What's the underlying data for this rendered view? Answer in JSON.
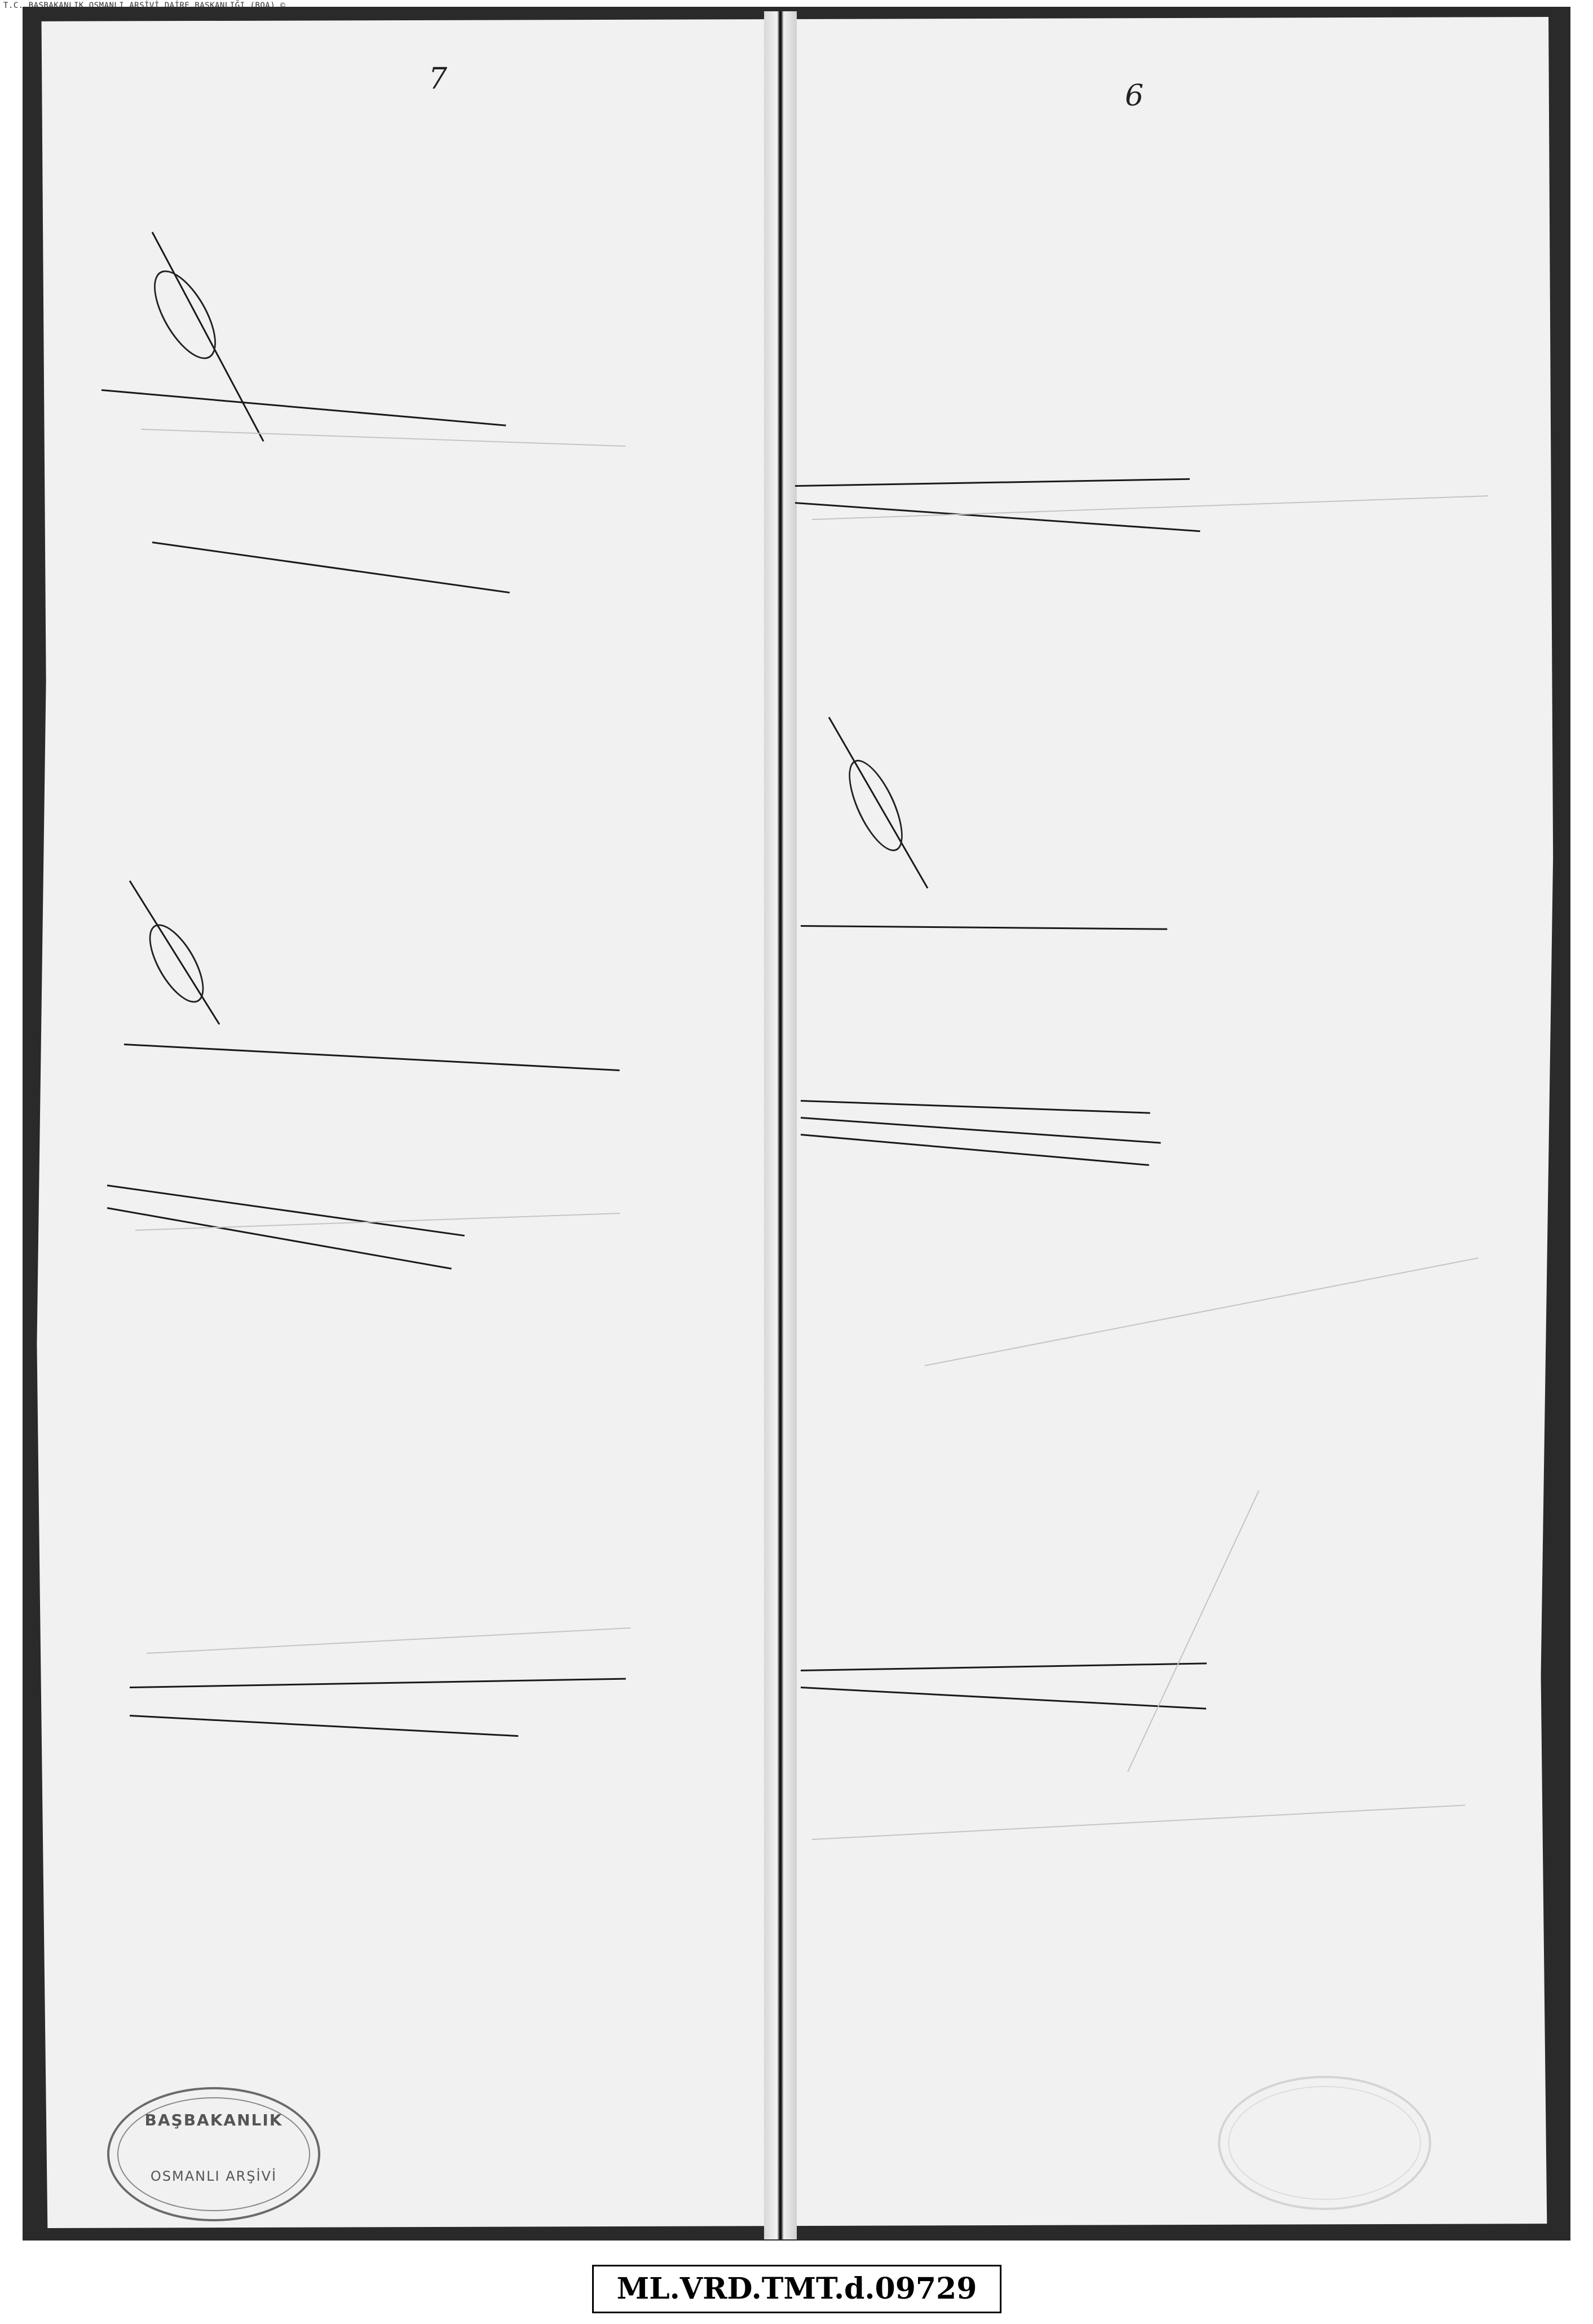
{
  "header": {
    "archive_line": "T.C. BAŞBAKANLIK OSMANLI ARŞİVİ DAİRE BAŞKANLIĞI (BOA) ©"
  },
  "pages": {
    "left_number": "7",
    "right_number": "6"
  },
  "stamp": {
    "line1": "BAŞBAKANLIK",
    "line2": "OSMANLI ARŞİVİ"
  },
  "reference": "ML.VRD.TMT.d.09729"
}
